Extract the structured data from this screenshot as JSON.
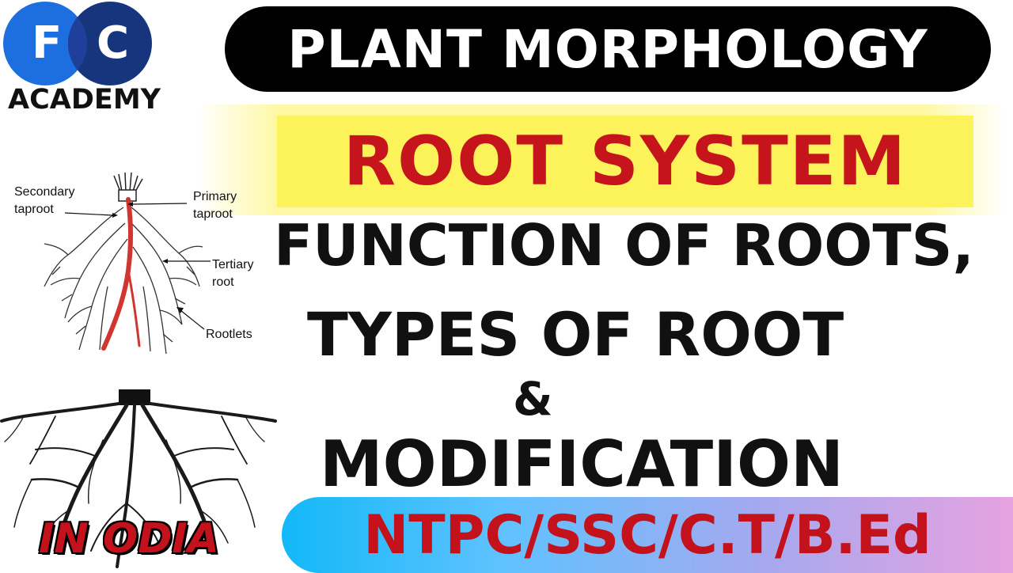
{
  "logo": {
    "letter_left": "F",
    "letter_right": "C",
    "name": "ACADEMY",
    "colors": {
      "left_circle": "#1d6fe0",
      "right_circle": "#17357d"
    }
  },
  "header": {
    "title": "PLANT MORPHOLOGY"
  },
  "main": {
    "topic": "ROOT SYSTEM",
    "line1": "FUNCTION OF ROOTS,",
    "line2": "TYPES OF ROOT",
    "ampersand": "&",
    "line3": "MODIFICATION"
  },
  "diagram": {
    "labels": {
      "secondary": "Secondary\ntaproot",
      "primary": "Primary\ntaproot",
      "tertiary": "Tertiary\nroot",
      "rootlets": "Rootlets"
    }
  },
  "badge": {
    "language": "IN ODIA"
  },
  "footer": {
    "exams": "NTPC/SSC/C.T/B.Ed"
  },
  "colors": {
    "accent_red": "#c5141b",
    "highlight_yellow": "#fcf25a",
    "text_dark": "#111111"
  }
}
